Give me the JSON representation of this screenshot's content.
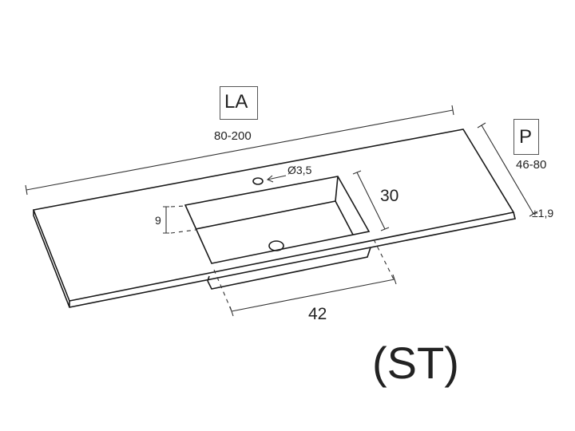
{
  "labels": {
    "width_code": "LA",
    "width_range": "80-200",
    "depth_code": "P",
    "depth_range": "46-80",
    "thickness": "±1,9",
    "hole_diameter": "Ø3,5",
    "basin_depth": "9",
    "basin_width": "30",
    "basin_length": "42",
    "model_code": "(ST)"
  }
}
